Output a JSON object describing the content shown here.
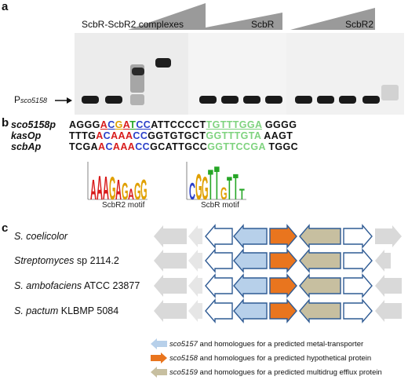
{
  "panel_a": {
    "letter": "a",
    "group_labels": [
      "ScbR-ScbR2 complexes",
      "ScbR",
      "ScbR2"
    ],
    "probe_prefix": "P",
    "probe_sub": "sco5158",
    "colors": {
      "gel_bg": "#eeeeee",
      "band": "#1a1a1a",
      "triangle": "#9a9a9a"
    }
  },
  "panel_b": {
    "letter": "b",
    "rows": [
      {
        "name": "sco5158p",
        "segments": [
          {
            "t": "AGGG",
            "c": "#111111"
          },
          {
            "t": "A",
            "c": "#d81b1b"
          },
          {
            "t": "C",
            "c": "#2a3fc9"
          },
          {
            "t": "G",
            "c": "#e0a000"
          },
          {
            "t": "A",
            "c": "#d81b1b"
          },
          {
            "t": "T",
            "c": "#26a626"
          },
          {
            "t": "C",
            "c": "#2a3fc9"
          },
          {
            "t": "C",
            "c": "#2a3fc9"
          },
          {
            "t": "ATTCCCCT",
            "c": "#111111"
          },
          {
            "t": "TGTTTGGA",
            "c": "#7fd37f"
          },
          {
            "t": " GGGG",
            "c": "#111111"
          }
        ]
      },
      {
        "name": "kasOp",
        "segments": [
          {
            "t": "TTTG",
            "c": "#111111"
          },
          {
            "t": "A",
            "c": "#d81b1b"
          },
          {
            "t": "C",
            "c": "#2a3fc9"
          },
          {
            "t": "A",
            "c": "#d81b1b"
          },
          {
            "t": "A",
            "c": "#d81b1b"
          },
          {
            "t": "A",
            "c": "#d81b1b"
          },
          {
            "t": "C",
            "c": "#2a3fc9"
          },
          {
            "t": "C",
            "c": "#2a3fc9"
          },
          {
            "t": "GGTGTGCT",
            "c": "#111111"
          },
          {
            "t": "GGTTTGTA",
            "c": "#7fd37f"
          },
          {
            "t": " AAGT",
            "c": "#111111"
          }
        ]
      },
      {
        "name": "scbAp",
        "segments": [
          {
            "t": "TCGA",
            "c": "#111111"
          },
          {
            "t": "A",
            "c": "#d81b1b"
          },
          {
            "t": "C",
            "c": "#2a3fc9"
          },
          {
            "t": "A",
            "c": "#d81b1b"
          },
          {
            "t": "A",
            "c": "#d81b1b"
          },
          {
            "t": "A",
            "c": "#d81b1b"
          },
          {
            "t": "C",
            "c": "#2a3fc9"
          },
          {
            "t": "C",
            "c": "#2a3fc9"
          },
          {
            "t": "GCATTGCC",
            "c": "#111111"
          },
          {
            "t": "GGTTCCGA",
            "c": "#7fd37f"
          },
          {
            "t": " TGGC",
            "c": "#111111"
          }
        ]
      }
    ],
    "motifs": [
      {
        "caption": "ScbR2 motif",
        "letters": [
          {
            "ch": "A",
            "c": "#d81b1b",
            "h": 26
          },
          {
            "ch": "A",
            "c": "#d81b1b",
            "h": 32
          },
          {
            "ch": "A",
            "c": "#d81b1b",
            "h": 30
          },
          {
            "ch": "G",
            "c": "#e0a000",
            "h": 30
          },
          {
            "ch": "A",
            "c": "#d81b1b",
            "h": 26
          },
          {
            "ch": "G",
            "c": "#e0a000",
            "h": 22
          },
          {
            "ch": "A",
            "c": "#d81b1b",
            "h": 14
          },
          {
            "ch": "G",
            "c": "#e0a000",
            "h": 22
          },
          {
            "ch": "G",
            "c": "#e0a000",
            "h": 26
          }
        ]
      },
      {
        "caption": "ScbR motif",
        "letters": [
          {
            "ch": "C",
            "c": "#2a3fc9",
            "h": 22
          },
          {
            "ch": "G",
            "c": "#e0a000",
            "h": 34
          },
          {
            "ch": "G",
            "c": "#e0a000",
            "h": 30
          },
          {
            "ch": "T",
            "c": "#26a626",
            "h": 40
          },
          {
            "ch": "T",
            "c": "#26a626",
            "h": 44
          },
          {
            "ch": "G",
            "c": "#e0a000",
            "h": 16
          },
          {
            "ch": "T",
            "c": "#26a626",
            "h": 30
          },
          {
            "ch": "T",
            "c": "#26a626",
            "h": 34
          },
          {
            "ch": "T",
            "c": "#26a626",
            "h": 14
          }
        ]
      }
    ]
  },
  "panel_c": {
    "letter": "c",
    "organisms": [
      {
        "genus": "S. coelicolor",
        "rest": ""
      },
      {
        "genus": "Streptomyces",
        "rest": " sp 2114.2"
      },
      {
        "genus": "S. ambofaciens",
        "rest": " ATCC 23877"
      },
      {
        "genus": "S. pactum",
        "rest": " KLBMP 5084"
      }
    ],
    "legend": [
      {
        "gene": "sco5157",
        "text": " and homologues for a predicted metal-transporter",
        "color": "#b7d0ea"
      },
      {
        "gene": "sco5158",
        "text": " and homologues for a predicted hypothetical protein",
        "color": "#e9751e"
      },
      {
        "gene": "sco5159",
        "text": " and homologues for a predicted multidrug efflux protein",
        "color": "#c7bfa0"
      }
    ],
    "colors": {
      "outline": "#2f5b94",
      "sco5157": "#b7d0ea",
      "sco5158": "#e9751e",
      "sco5159": "#c7bfa0",
      "grey": "#d9d9d9",
      "white": "#ffffff"
    }
  }
}
